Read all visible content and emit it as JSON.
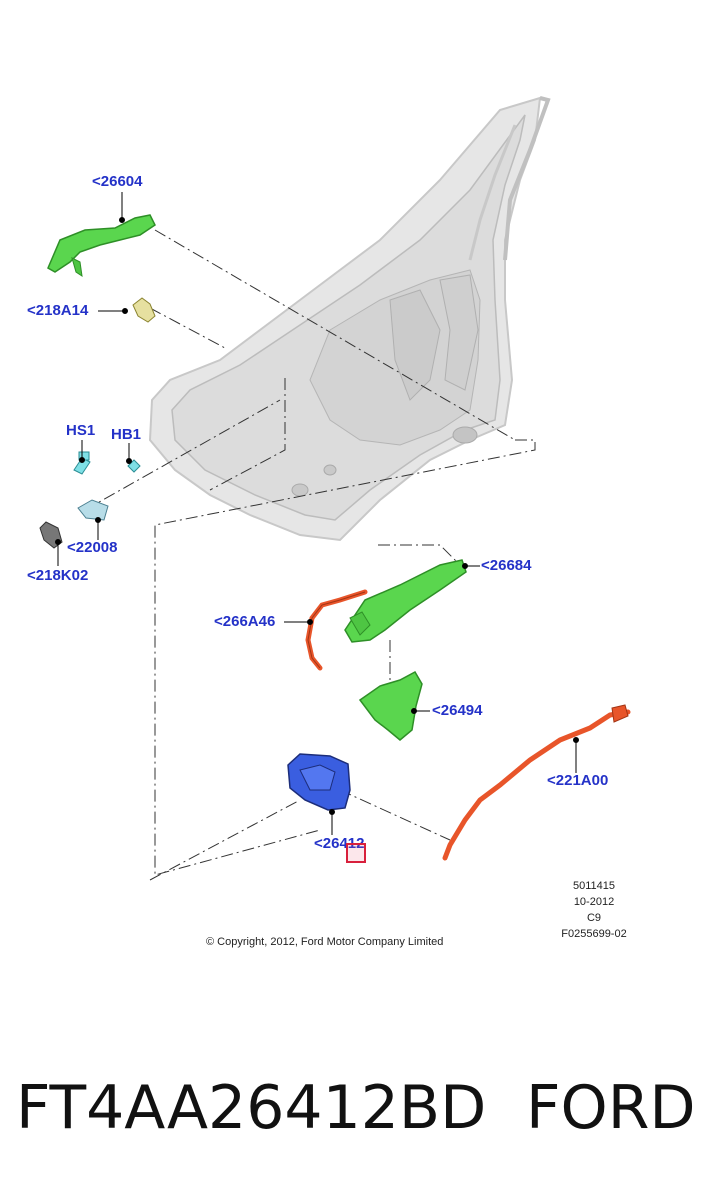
{
  "callouts": {
    "c26604": "<26604",
    "c218A14": "<218A14",
    "cHS1": "HS1",
    "cHB1": "HB1",
    "c22008": "<22008",
    "c218K02": "<218K02",
    "c26684": "<26684",
    "c266A46": "<266A46",
    "c26494": "<26494",
    "c221A00": "<221A00",
    "c26412": "<26412"
  },
  "meta": {
    "line1": "5011415",
    "line2": "10-2012",
    "line3": "C9",
    "line4": "F0255699-02"
  },
  "copyright": "© Copyright, 2012, Ford Motor Company Limited",
  "footer": {
    "part_number": "FT4AA26412BD",
    "brand": "FORD"
  },
  "colors": {
    "callout_text": "#2432c8",
    "green_part": "#4fd84a",
    "blue_part": "#3a5ee0",
    "orange_part": "#e8552a",
    "door": "#e4e4e4",
    "highlight": "#d8203c"
  }
}
